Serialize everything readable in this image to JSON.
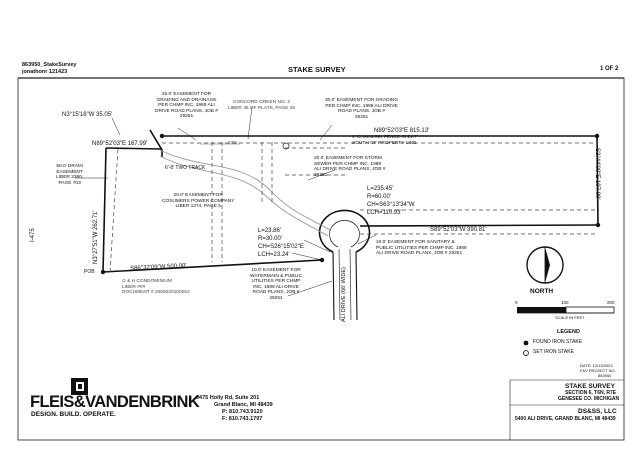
{
  "header": {
    "file_id": "863950_StakeSurvey",
    "user_stamp": "jonathonr 121423",
    "title": "STAKE SURVEY",
    "page": "1 OF 2"
  },
  "bearings": {
    "n3": "N3°15'18\"W  35.05'",
    "n89_left": "N89°52'03\"E  167.99'",
    "n89_top": "N89°52'03\"E  815.13'",
    "chainlink": "4' CHAINLINK FENCE IS 21.7'\nSOUTH OF PROPERTY LINE",
    "s3": "S3°44'00\"E  197.99'",
    "s89": "S89°52'03\"W  390.81'",
    "s86": "S86°32'09\"W  500.00'",
    "n3_left": "N3°27'51\"W  262.71'",
    "i475": "I-475",
    "pob": "POB",
    "two_track": "6'-8' TWO TRACK",
    "stm": "STM"
  },
  "curves": {
    "big": "L=235.45'\nR=60.00'\nCH=S63°13'34\"W\nLCH=110.93'",
    "small": "L=23.86'\nR=30.00'\nCH=S26°15'02\"E\nLCH=23.24'"
  },
  "easements": {
    "e35": "35.0' EASEMENT FOR\nGRADING AND DRAINAGE\nPER CHMP INC. 1989 ALI\nDRIVE ROAD PLANS, JOB #\n29251",
    "concord": "CONCORD GREEN NO. 2\nLIBER 46 OF PLATS, PAGE 26",
    "e30": "30.0' EASEMENT FOR GRADING\nPER CHMP INC. 1989 ALI DRIVE\nROAD PLANS, JOB #\n29251",
    "e50": "50.0' DRAIN\nEASEMENT\nLIBER 2380,\nPAGE 703",
    "e20_storm": "20.0' EASEMENT FOR STORM\nSEWER PER CHMP INC. 1989\nALI DRIVE ROAD PLANS, JOB #\n29251",
    "e20_power": "20.0' EASEMENT FOR\nCOSUMERS POWER COMPANY\nLIBER 1374, PAGE 5",
    "e10_sanitary": "10.0' EASEMENT FOR SANITARY &\nPUBLIC UTILITIES PER CHMP INC. 1989\nALI DRIVE ROAD PLANS, JOB # 29251",
    "e10_water": "10.0' EASEMENT FOR\nWATERMAIN & PUBLIC\nUTILITIES PER CHMP\nINC. 1989 ALI DRIVE\nROAD PLANS, JOB #\n29251",
    "condo": "G & H CONDOMINIUM\nLIBER ###\nDOCUMENT # 2005030100262",
    "road": "ALI DRIVE (66' WIDE)"
  },
  "north": {
    "label": "NORTH",
    "scale_0": "0",
    "scale_100": "100",
    "scale_200": "200",
    "scale_note": "SCALE IN FEET"
  },
  "legend": {
    "title": "LEGEND",
    "found": "FOUND IRON STAKE",
    "set": "SET IRON STAKE"
  },
  "title_block": {
    "date": "DATE: 12/13/2023",
    "project": "F&V PROJECT NO.",
    "project_no": "863950",
    "survey_title": "STAKE SURVEY",
    "section": "SECTION 6, T6N, R7E",
    "county": "GENESEE CO. MICHIGAN",
    "client": "DS&SS, LLC",
    "client_addr": "5400 ALI DRIVE, GRAND BLANC, MI 48439"
  },
  "company": {
    "name": "FLEIS&VANDENBRINK",
    "tagline": "DESIGN. BUILD. OPERATE.",
    "address1": "9475 Holly Rd, Suite 201",
    "address2": "Grand Blanc, MI 48439",
    "phone": "P:  810.743.9120",
    "fax": "F:  810.743.1797"
  }
}
